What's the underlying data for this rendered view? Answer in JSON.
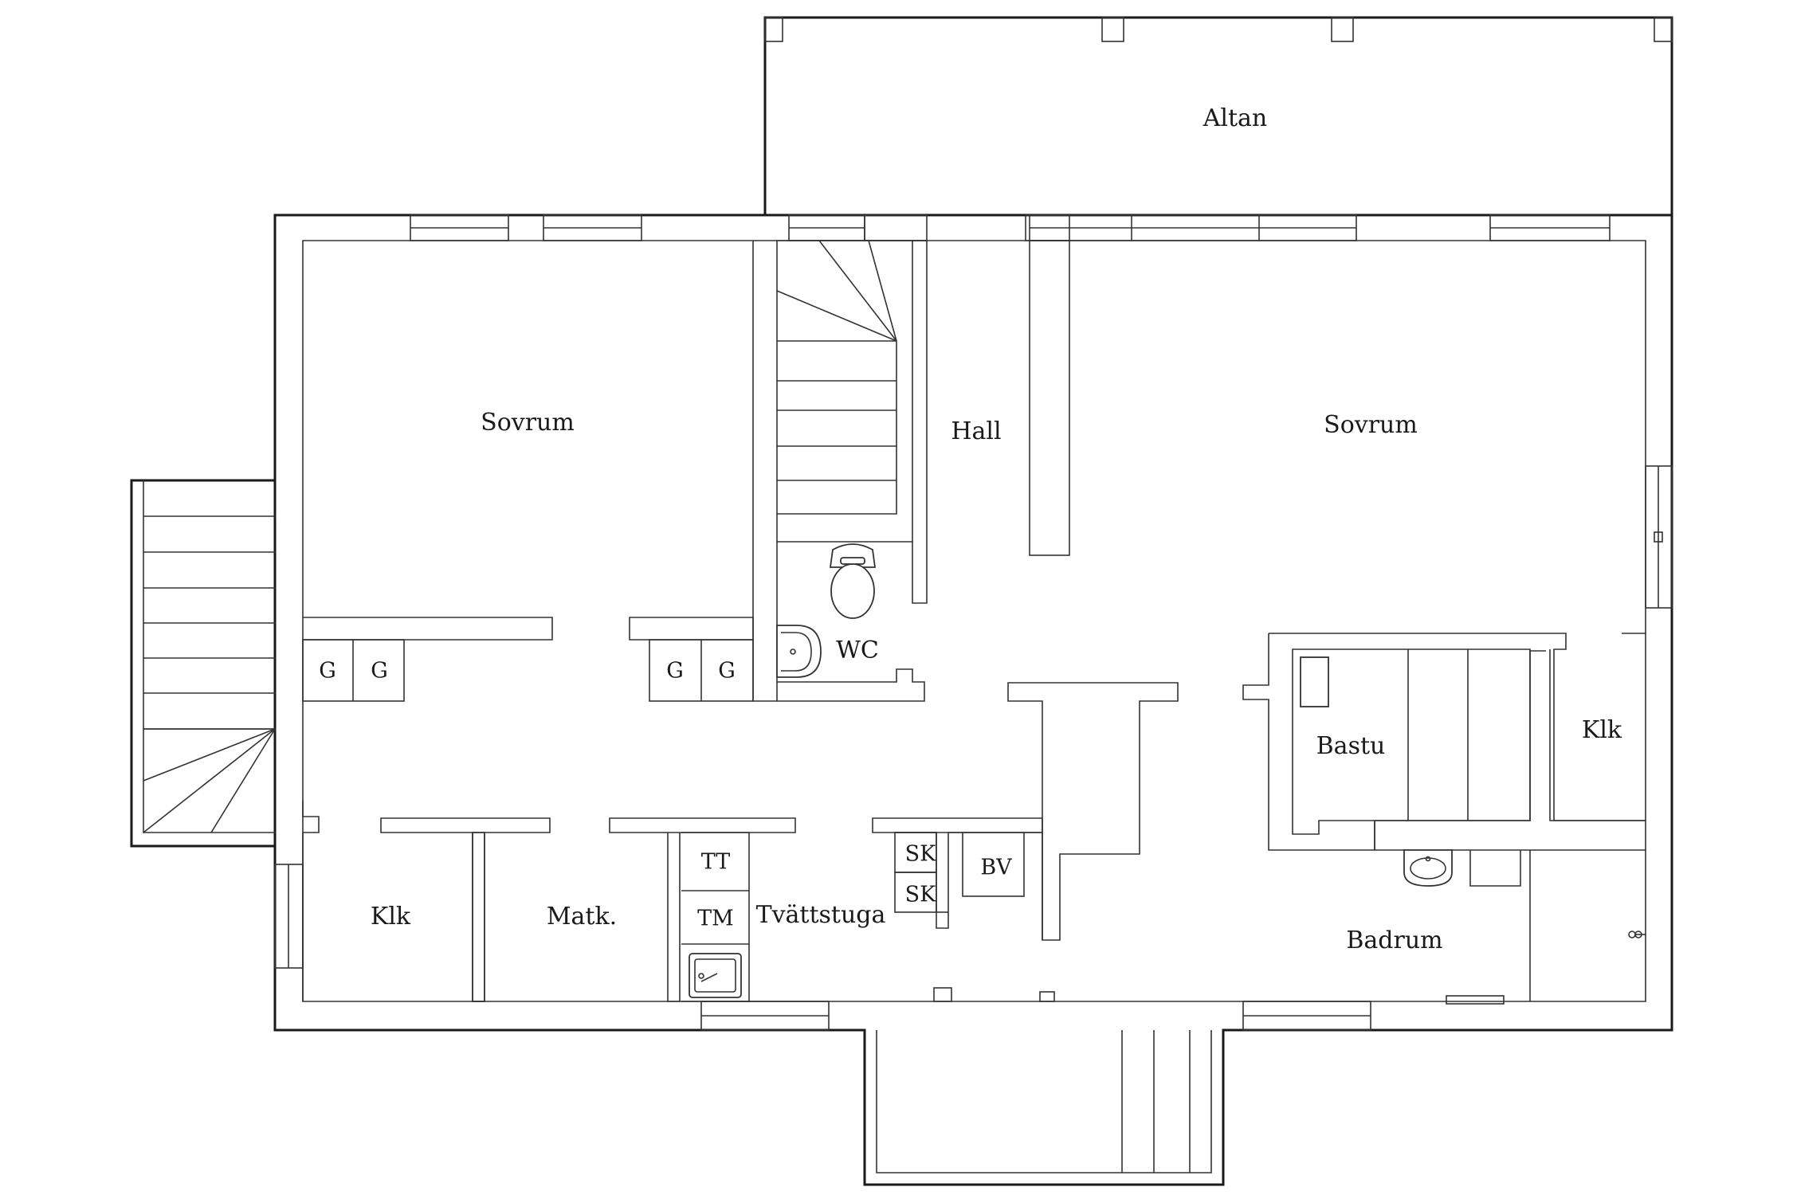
{
  "floor_plan": {
    "rooms": {
      "altan": "Altan",
      "sovrum_left": "Sovrum",
      "hall": "Hall",
      "sovrum_right": "Sovrum",
      "wc": "WC",
      "bastu": "Bastu",
      "klk_right": "Klk",
      "klk_left": "Klk",
      "matk": "Matk.",
      "tvattstuga": "Tvättstuga",
      "badrum": "Badrum"
    },
    "fixtures": {
      "g1": "G",
      "g2": "G",
      "g3": "G",
      "g4": "G",
      "tt": "TT",
      "tm": "TM",
      "sk1": "SK",
      "sk2": "SK",
      "bv": "BV"
    }
  }
}
